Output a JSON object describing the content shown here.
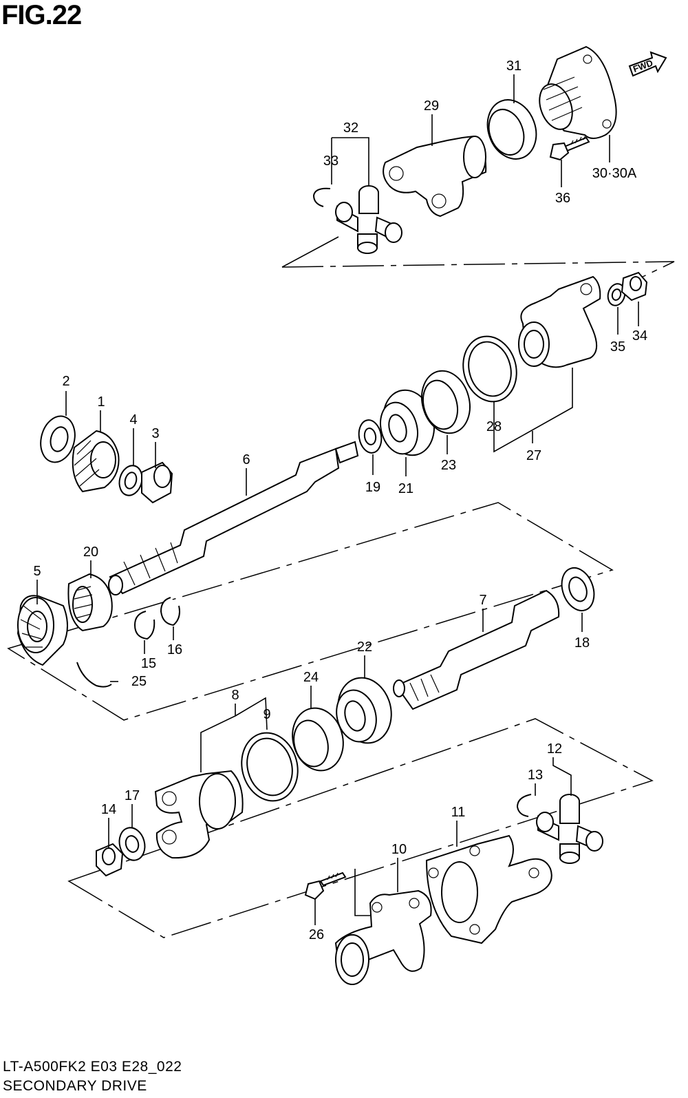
{
  "figure": {
    "title": "FIG.22",
    "model_code": "LT-A500FK2 E03 E28_022",
    "caption": "SECONDARY DRIVE",
    "fwd_label": "FWD"
  },
  "callouts": [
    "1",
    "2",
    "3",
    "4",
    "5",
    "6",
    "7",
    "8",
    "9",
    "10",
    "11",
    "12",
    "13",
    "14",
    "15",
    "16",
    "17",
    "18",
    "19",
    "20",
    "21",
    "22",
    "23",
    "24",
    "25",
    "26",
    "27",
    "28",
    "29",
    "30·30A",
    "31",
    "32",
    "33",
    "34",
    "35",
    "36"
  ]
}
